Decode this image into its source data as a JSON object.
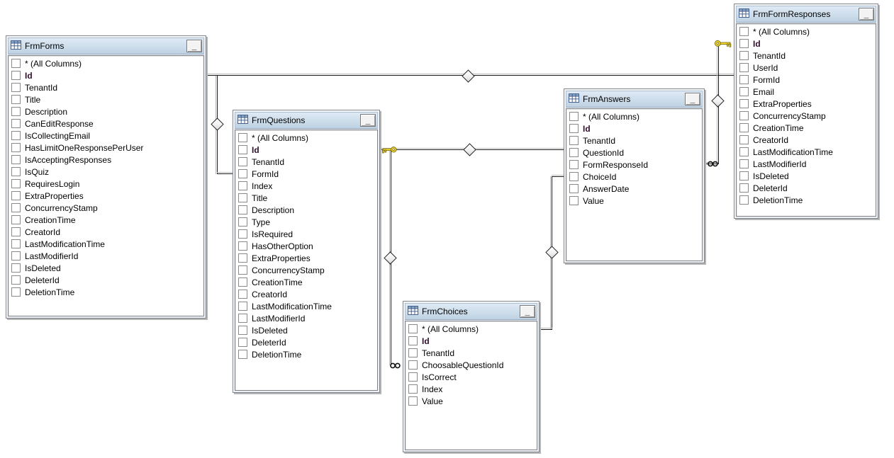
{
  "ui": {
    "minimize_label": "_"
  },
  "colors": {
    "canvas_bg": "#ffffff",
    "title_bar_top": "#dfeaf5",
    "title_bar_bottom": "#bed2e4",
    "window_frame": "#80858d",
    "line_dark": "#1c1c1c",
    "line_light": "#b8b8b8",
    "key_fill": "#ffe33e",
    "key_outline": "#7a6a00",
    "bold_column_color": "#30102c"
  },
  "tables": [
    {
      "name": "FrmForms",
      "columns": [
        {
          "label": "* (All Columns)",
          "bold": false
        },
        {
          "label": "Id",
          "bold": true
        },
        {
          "label": "TenantId",
          "bold": false
        },
        {
          "label": "Title",
          "bold": false
        },
        {
          "label": "Description",
          "bold": false
        },
        {
          "label": "CanEditResponse",
          "bold": false
        },
        {
          "label": "IsCollectingEmail",
          "bold": false
        },
        {
          "label": "HasLimitOneResponsePerUser",
          "bold": false
        },
        {
          "label": "IsAcceptingResponses",
          "bold": false
        },
        {
          "label": "IsQuiz",
          "bold": false
        },
        {
          "label": "RequiresLogin",
          "bold": false
        },
        {
          "label": "ExtraProperties",
          "bold": false
        },
        {
          "label": "ConcurrencyStamp",
          "bold": false
        },
        {
          "label": "CreationTime",
          "bold": false
        },
        {
          "label": "CreatorId",
          "bold": false
        },
        {
          "label": "LastModificationTime",
          "bold": false
        },
        {
          "label": "LastModifierId",
          "bold": false
        },
        {
          "label": "IsDeleted",
          "bold": false
        },
        {
          "label": "DeleterId",
          "bold": false
        },
        {
          "label": "DeletionTime",
          "bold": false
        }
      ]
    },
    {
      "name": "FrmQuestions",
      "columns": [
        {
          "label": "* (All Columns)",
          "bold": false
        },
        {
          "label": "Id",
          "bold": true
        },
        {
          "label": "TenantId",
          "bold": false
        },
        {
          "label": "FormId",
          "bold": false
        },
        {
          "label": "Index",
          "bold": false
        },
        {
          "label": "Title",
          "bold": false
        },
        {
          "label": "Description",
          "bold": false
        },
        {
          "label": "Type",
          "bold": false
        },
        {
          "label": "IsRequired",
          "bold": false
        },
        {
          "label": "HasOtherOption",
          "bold": false
        },
        {
          "label": "ExtraProperties",
          "bold": false
        },
        {
          "label": "ConcurrencyStamp",
          "bold": false
        },
        {
          "label": "CreationTime",
          "bold": false
        },
        {
          "label": "CreatorId",
          "bold": false
        },
        {
          "label": "LastModificationTime",
          "bold": false
        },
        {
          "label": "LastModifierId",
          "bold": false
        },
        {
          "label": "IsDeleted",
          "bold": false
        },
        {
          "label": "DeleterId",
          "bold": false
        },
        {
          "label": "DeletionTime",
          "bold": false
        }
      ]
    },
    {
      "name": "FrmAnswers",
      "columns": [
        {
          "label": "* (All Columns)",
          "bold": false
        },
        {
          "label": "Id",
          "bold": true
        },
        {
          "label": "TenantId",
          "bold": false
        },
        {
          "label": "QuestionId",
          "bold": false
        },
        {
          "label": "FormResponseId",
          "bold": false
        },
        {
          "label": "ChoiceId",
          "bold": false
        },
        {
          "label": "AnswerDate",
          "bold": false
        },
        {
          "label": "Value",
          "bold": false
        }
      ]
    },
    {
      "name": "FrmChoices",
      "columns": [
        {
          "label": "* (All Columns)",
          "bold": false
        },
        {
          "label": "Id",
          "bold": true
        },
        {
          "label": "TenantId",
          "bold": false
        },
        {
          "label": "ChoosableQuestionId",
          "bold": false
        },
        {
          "label": "IsCorrect",
          "bold": false
        },
        {
          "label": "Index",
          "bold": false
        },
        {
          "label": "Value",
          "bold": false
        }
      ]
    },
    {
      "name": "FrmFormResponses",
      "columns": [
        {
          "label": "* (All Columns)",
          "bold": false
        },
        {
          "label": "Id",
          "bold": true
        },
        {
          "label": "TenantId",
          "bold": false
        },
        {
          "label": "UserId",
          "bold": false
        },
        {
          "label": "FormId",
          "bold": false
        },
        {
          "label": "Email",
          "bold": false
        },
        {
          "label": "ExtraProperties",
          "bold": false
        },
        {
          "label": "ConcurrencyStamp",
          "bold": false
        },
        {
          "label": "CreationTime",
          "bold": false
        },
        {
          "label": "CreatorId",
          "bold": false
        },
        {
          "label": "LastModificationTime",
          "bold": false
        },
        {
          "label": "LastModifierId",
          "bold": false
        },
        {
          "label": "IsDeleted",
          "bold": false
        },
        {
          "label": "DeleterId",
          "bold": false
        },
        {
          "label": "DeletionTime",
          "bold": false
        }
      ]
    }
  ],
  "relationships": [
    {
      "one": "FrmForms.Id",
      "many": "FrmFormResponses.FormId",
      "join": "inner-join-diamond"
    },
    {
      "one": "FrmForms.Id",
      "many": "FrmQuestions.FormId",
      "join": "inner-join-diamond"
    },
    {
      "one": "FrmQuestions.Id",
      "many": "FrmAnswers.QuestionId",
      "join": "inner-join-diamond"
    },
    {
      "one": "FrmQuestions.Id",
      "many": "FrmChoices.ChoosableQuestionId",
      "join": "inner-join-diamond"
    },
    {
      "one": "FrmChoices.Id",
      "many": "FrmAnswers.ChoiceId",
      "join": "inner-join-diamond"
    },
    {
      "one": "FrmFormResponses.Id",
      "many": "FrmAnswers.FormResponseId",
      "join": "inner-join-diamond"
    }
  ]
}
